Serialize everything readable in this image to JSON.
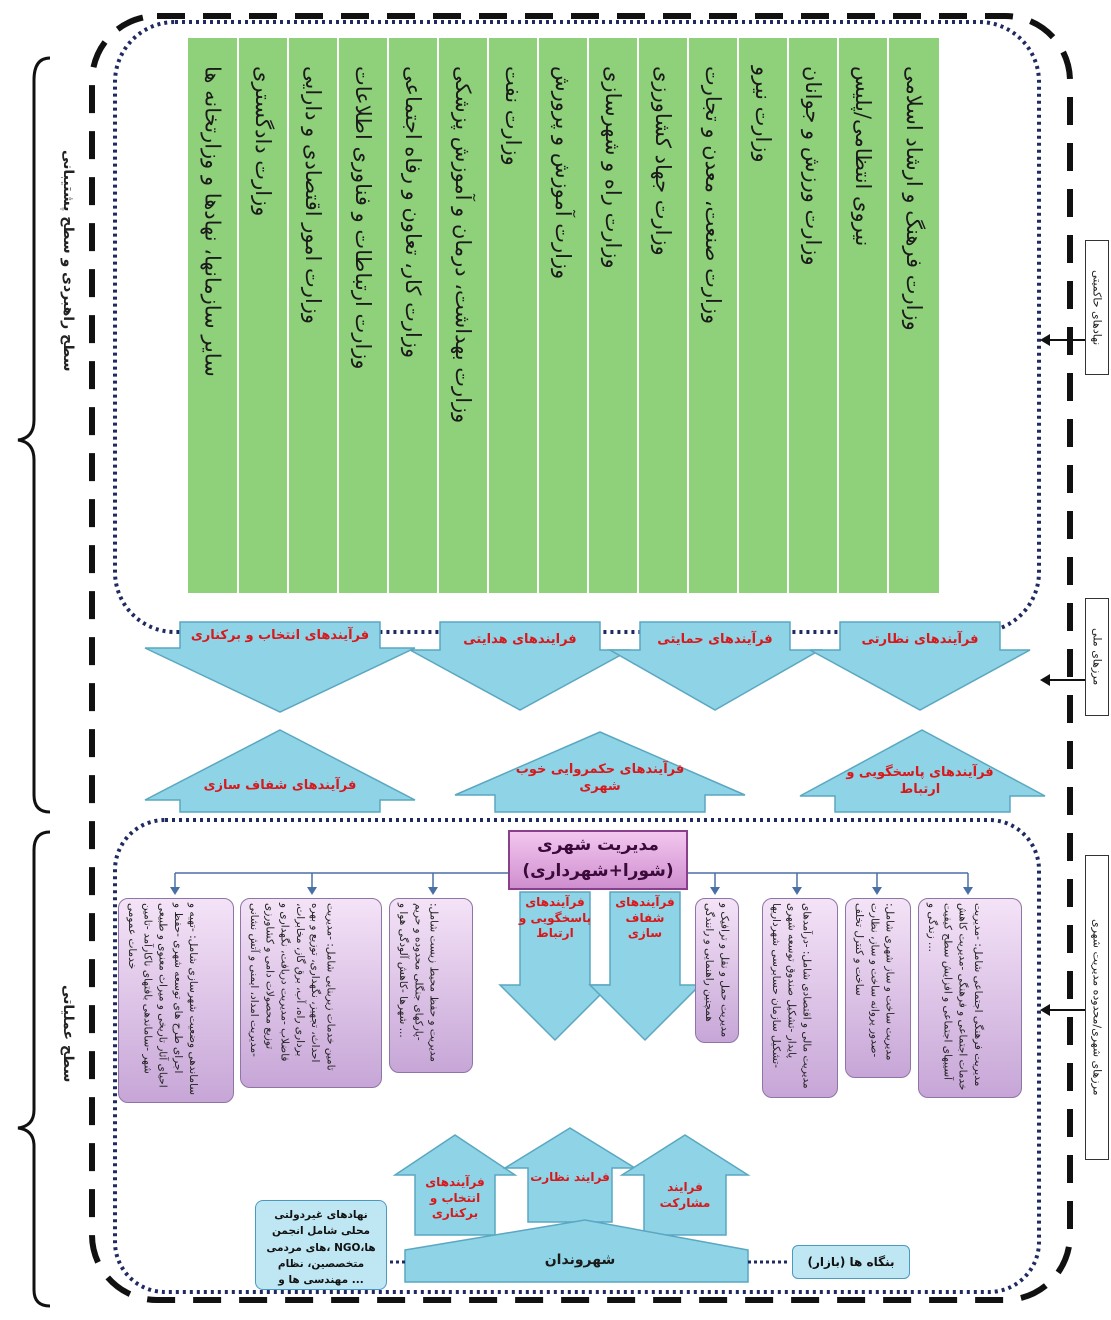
{
  "ministries": [
    "سایر سازمانها، نهادها و وزارتخانه ها",
    "وزارت دادگستری",
    "وزارت امور اقتصادی و دارایی",
    "وزارت ارتباطات و فناوری اطلاعات",
    "وزارت کار، تعاون و رفاه اجتماعی",
    "وزارت بهداشت، درمان و آموزش پزشکی",
    "وزارت نفت",
    "وزارت آموزش و پرورش",
    "وزارت راه و شهرسازی",
    "وزارت جهاد کشاورزی",
    "وزارت صنعت، معدن و تجارت",
    "وزارت نیرو",
    "وزارت ورزش و جوانان",
    "نیروی انتظامی/پلیس",
    "وزارت فرهنگ و ارشاد اسلامی"
  ],
  "down_processes": [
    "فرآیندهای انتخاب و برکناری",
    "فرایندهای هدایتی",
    "فرآیندهای حمایتی",
    "فرآیندهای نظارتی"
  ],
  "up_processes": [
    "فرآیندهای شفاف سازی",
    "فرآیندهای حکمروایی خوب شهری",
    "فرآیندهای پاسخگویی و ارتباط"
  ],
  "center": {
    "title": "مدیریت شهری",
    "subtitle": "(شورا+شهرداری)"
  },
  "inner_processes": [
    "فرآیندهای پاسخگویی و ارتباط",
    "فرآیندهای شفاف سازی"
  ],
  "mgmt_boxes": [
    "ساماندهی وضعیت شهرسازی شامل: -تهیه و اجرای طرح های توسعه شهری -حفظ و احیای آثار تاریخی و میراث معنوی و طبیعی شهر -ساماندهی بافتهای ناکارآمد -تامین خدمات عمومی",
    "تامین خدمات زیربنایی شامل: -مدیریت احداث، تجهیز، نگهداری، توزیع و بهره برداری راه، آب، برق گاز، مخابرات، فاضلاب -مدیریت دریافت، نگهداری و توزیع محصولات دامی و کشاورزی -مدیریت امداد، ایمنی و آتش نشانی",
    "مدیریت و حفظ محیط زیست شامل: -پارکهای جنگلی محدوده و حریم شهرها -کاهش آلودگی هوا و ...",
    "مدیریت حمل و نقل و ترافیک و همچنین راهنمایی و رانندگی",
    "مدیریت مالی و اقتصادی شامل: -درآمدهای پایدار -تشکیل صندوق توسعه شهری -تشکیل سازمان حسابرسی شهرداریها",
    "مدیریت ساخت و ساز شهری شامل: -صدور پروانه ساخت و ساز، نظارت ساخت و کنترل تخلف",
    "مدیریت فرهنگی اجتماعی شامل: -مدیریت خدمات اجتماعی و فرهنگی -مدیریت کاهش آسیبهای اجتماعی و افزایش سطح کیفیت زندگی و ..."
  ],
  "bottom_processes": [
    "فرآیندهای انتخاب و برکناری",
    "فرایند نظارت",
    "فرایند مشارکت"
  ],
  "citizens": "شهروندان",
  "ngo": "نهادهای غیردولتی محلی شامل انجمن های مردمی، NGOها، متخصصین، نظام مهندسی ها و ...",
  "market": "بنگاه ها (بازار)",
  "left_labels": {
    "strategic": "سطح راهبردی و سطح پشتیبانی",
    "operational": "سطح عملیاتی"
  },
  "right_labels": {
    "governance": "نهادهای حاکمیتی",
    "national": "مرزهای ملی",
    "urban": "مرزهای شهری/محدوده مدیریت شهری"
  },
  "colors": {
    "ministry_green": "#8fd07a",
    "arrow_blue": "#8fd3e6",
    "process_red": "#d7191c",
    "center_purple": "#d79ad6",
    "box_purple": "#c7a6d7",
    "dotted_navy": "#1f2a60"
  }
}
